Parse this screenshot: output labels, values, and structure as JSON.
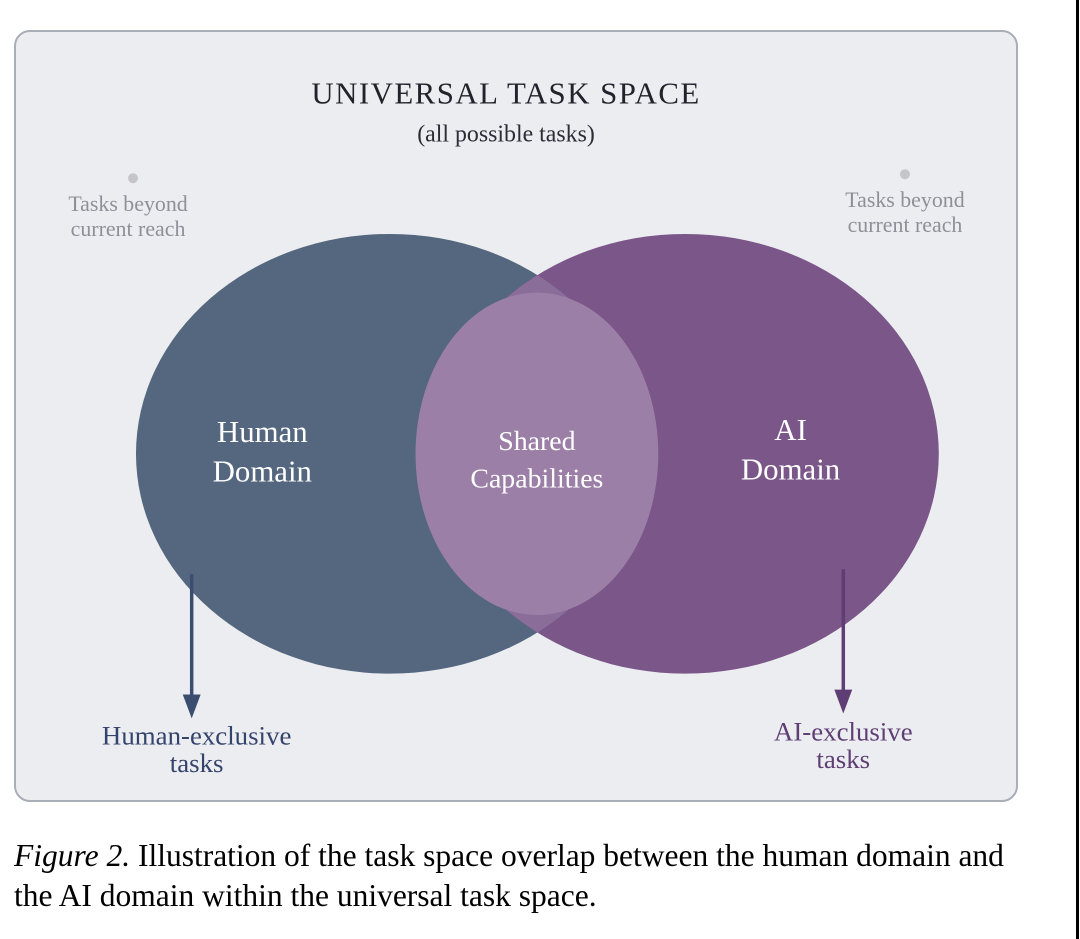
{
  "figure": {
    "title": "UNIVERSAL TASK SPACE",
    "subtitle": "(all possible tasks)",
    "corner_left": {
      "line1": "Tasks beyond",
      "line2": "current reach"
    },
    "corner_right": {
      "line1": "Tasks beyond",
      "line2": "current reach"
    },
    "venn": {
      "left": {
        "line1": "Human",
        "line2": "Domain",
        "color": "#54677F"
      },
      "right": {
        "line1": "AI",
        "line2": "Domain",
        "color": "#7B5689"
      },
      "overlap": {
        "line1": "Shared",
        "line2": "Capabilities",
        "color": "#8A6D99",
        "inner_color": "#9C7FA6"
      }
    },
    "callout_left": {
      "line1": "Human-exclusive",
      "line2": "tasks",
      "color": "#33436B",
      "arrow_color": "#3C4E70"
    },
    "callout_right": {
      "line1": "AI-exclusive",
      "line2": "tasks",
      "color": "#5E3E74",
      "arrow_color": "#5E3E74"
    }
  },
  "caption": {
    "label": "Figure 2.",
    "text": "Illustration of the task space overlap between the human domain and the AI domain within the universal task space."
  }
}
